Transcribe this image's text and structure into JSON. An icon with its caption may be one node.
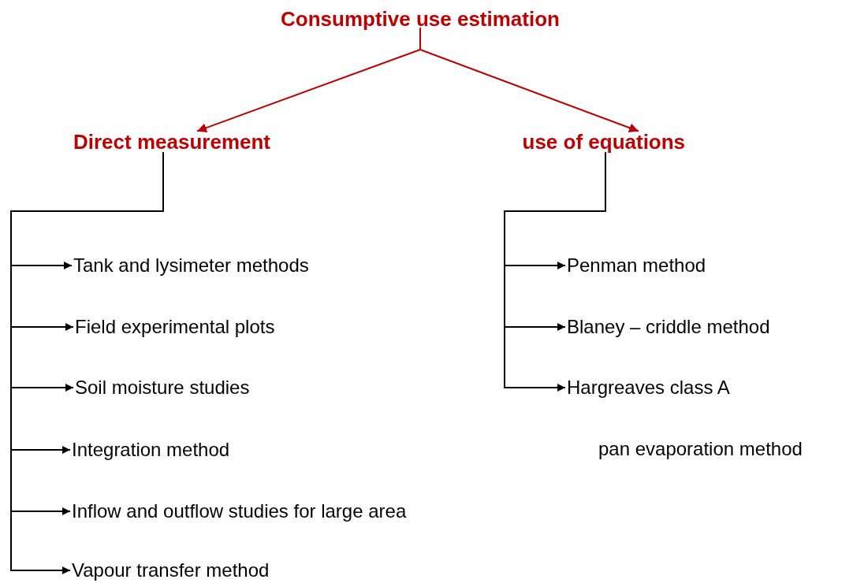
{
  "diagram": {
    "nodes": [
      {
        "text": [
          "Consumptive use estimation"
        ]
      },
      {
        "text": [
          "Direct measurement"
        ]
      },
      {
        "text": [
          "use of equations"
        ]
      },
      {
        "text": [
          "Tank and lysimeter methods"
        ]
      },
      {
        "text": [
          "Field experimental plots"
        ]
      },
      {
        "text": [
          "Soil moisture studies"
        ]
      },
      {
        "text": [
          "Integration method"
        ]
      },
      {
        "text": [
          "Inflow and outflow studies for large area"
        ]
      },
      {
        "text": [
          "Vapour transfer method"
        ]
      },
      {
        "text": [
          "Penman method"
        ]
      },
      {
        "text": [
          "Blaney – criddle method"
        ]
      },
      {
        "text": [
          "Hargreaves class A"
        ]
      }
    ],
    "edges": [
      {
        "from": 0,
        "to": 1,
        "arrow": "to",
        "color": "#c00000"
      },
      {
        "from": 0,
        "to": 2,
        "arrow": "to",
        "color": "#c00000"
      },
      {
        "from": 1,
        "to": 3,
        "arrow": "to"
      },
      {
        "from": 1,
        "to": 4,
        "arrow": "to"
      },
      {
        "from": 1,
        "to": 5,
        "arrow": "to"
      },
      {
        "from": 1,
        "to": 6,
        "arrow": "to"
      },
      {
        "from": 1,
        "to": 7,
        "arrow": "to"
      },
      {
        "from": 1,
        "to": 8,
        "arrow": "to"
      },
      {
        "from": 2,
        "to": 9,
        "arrow": "to"
      },
      {
        "from": 2,
        "to": 10,
        "arrow": "to"
      },
      {
        "from": 2,
        "to": 11,
        "arrow": "to"
      }
    ],
    "labels": [
      "pan evaporation method"
    ]
  }
}
